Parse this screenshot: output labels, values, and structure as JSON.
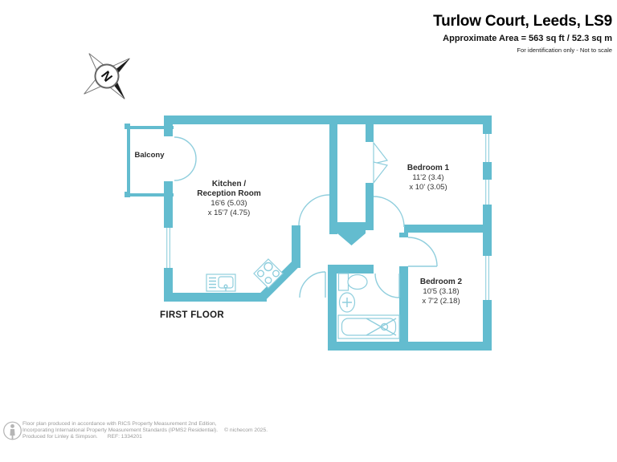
{
  "header": {
    "title": "Turlow Court, Leeds, LS9",
    "area": "Approximate Area = 563 sq ft / 52.3 sq m",
    "disclaimer": "For identification only - Not to scale"
  },
  "compass": {
    "letter": "N"
  },
  "plan": {
    "floor_label": "FIRST FLOOR",
    "rooms": {
      "balcony": {
        "label": "Balcony"
      },
      "kitchen": {
        "label_line1": "Kitchen /",
        "label_line2": "Reception Room",
        "dims_line1": "16'6 (5.03)",
        "dims_line2": "x 15'7 (4.75)"
      },
      "bedroom1": {
        "label": "Bedroom 1",
        "dims_line1": "11'2 (3.4)",
        "dims_line2": "x 10' (3.05)"
      },
      "bedroom2": {
        "label": "Bedroom 2",
        "dims_line1": "10'5 (3.18)",
        "dims_line2": "x 7'2 (2.18)"
      }
    }
  },
  "footer": {
    "line1": "Floor plan produced in accordance with RICS Property Measurement 2nd Edition,",
    "line2": "Incorporating International Property Measurement Standards (IPMS2 Residential).",
    "copyright": "© nichecom 2025.",
    "line3": "Produced for Linley & Simpson.",
    "ref": "REF: 1334201"
  },
  "colors": {
    "wall": "#63BCCF",
    "fixture_line": "#8FCEDD"
  }
}
